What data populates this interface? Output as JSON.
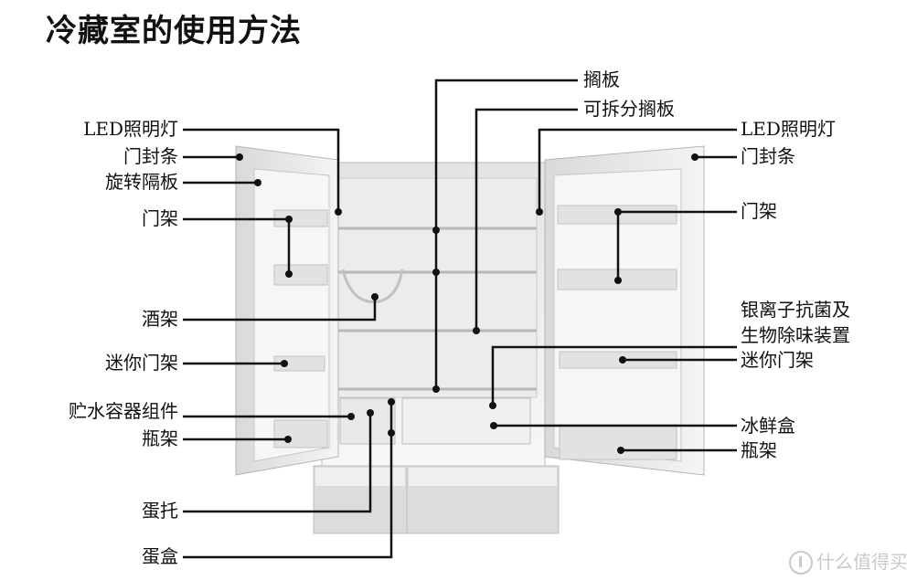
{
  "title": "冷藏室的使用方法",
  "labels": {
    "left": {
      "led_light": "LED照明灯",
      "door_seal": "门封条",
      "rotating_divider": "旋转隔板",
      "door_rack": "门架",
      "wine_rack": "酒架",
      "mini_door_rack": "迷你门架",
      "water_container_assembly": "贮水容器组件",
      "bottle_rack": "瓶架",
      "egg_tray": "蛋托",
      "egg_box": "蛋盒"
    },
    "top": {
      "shelf": "搁板",
      "split_shelf": "可拆分搁板"
    },
    "right": {
      "led_light": "LED照明灯",
      "door_seal": "门封条",
      "door_rack": "门架",
      "antibacterial_line1": "银离子抗菌及",
      "antibacterial_line2": "生物除味装置",
      "mini_door_rack": "迷你门架",
      "crisper": "冰鲜盒",
      "bottle_rack": "瓶架"
    }
  },
  "watermark": "什么值得买"
}
